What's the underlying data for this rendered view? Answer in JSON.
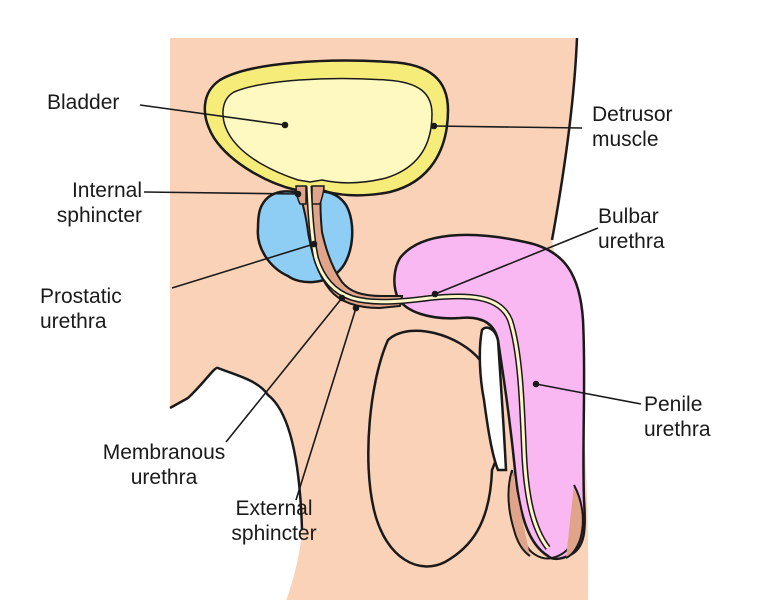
{
  "labels": {
    "bladder": "Bladder",
    "detrusor": [
      "Detrusor",
      "muscle"
    ],
    "internal_sphincter": [
      "Internal",
      "sphincter"
    ],
    "bulbar_urethra": [
      "Bulbar",
      "urethra"
    ],
    "prostatic_urethra": [
      "Prostatic",
      "urethra"
    ],
    "penile_urethra": [
      "Penile",
      "urethra"
    ],
    "membranous_urethra": [
      "Membranous",
      "urethra"
    ],
    "external_sphincter": [
      "External",
      "sphincter"
    ]
  },
  "colors": {
    "skin": "#fad2b8",
    "bladder_wall": "#f6ec7a",
    "bladder_lumen": "#fdf9c0",
    "prostate": "#8ecdf4",
    "penis": "#fab8f2",
    "sphincter_tissue": "#e0a48a",
    "urethra": "#fcf6c8",
    "outline": "#1a1a1a"
  }
}
